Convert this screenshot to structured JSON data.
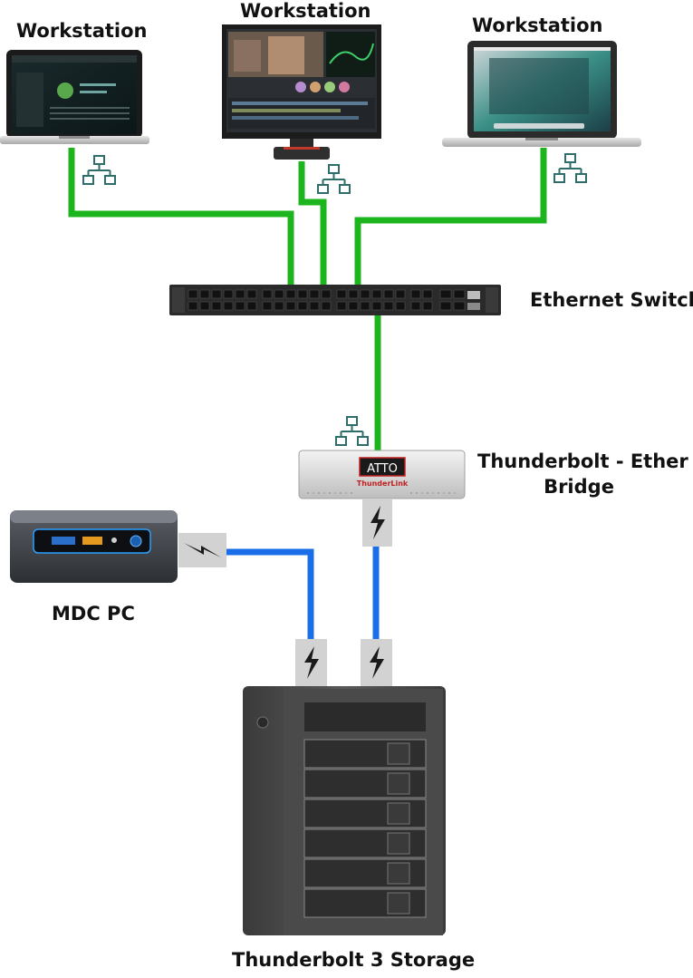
{
  "labels": {
    "workstation_left": "Workstation",
    "workstation_center": "Workstation",
    "workstation_right": "Workstation",
    "ethernet_switch": "Ethernet Switch",
    "bridge_line1": "Thunderbolt - Ether",
    "bridge_line2": "Bridge",
    "mdc_pc": "MDC PC",
    "storage": "Thunderbolt 3 Storage"
  },
  "device_text": {
    "atto_logo": "ATTO",
    "thunderlink": "ThunderLink"
  },
  "colors": {
    "ethernet_cable": "#1db51d",
    "thunderbolt_cable": "#1a6fe8",
    "network_icon": "#2e6d6a",
    "connector_bg": "#d2d2d2"
  },
  "icons": {
    "network": "network-lan-icon",
    "thunderbolt": "thunderbolt-icon"
  }
}
